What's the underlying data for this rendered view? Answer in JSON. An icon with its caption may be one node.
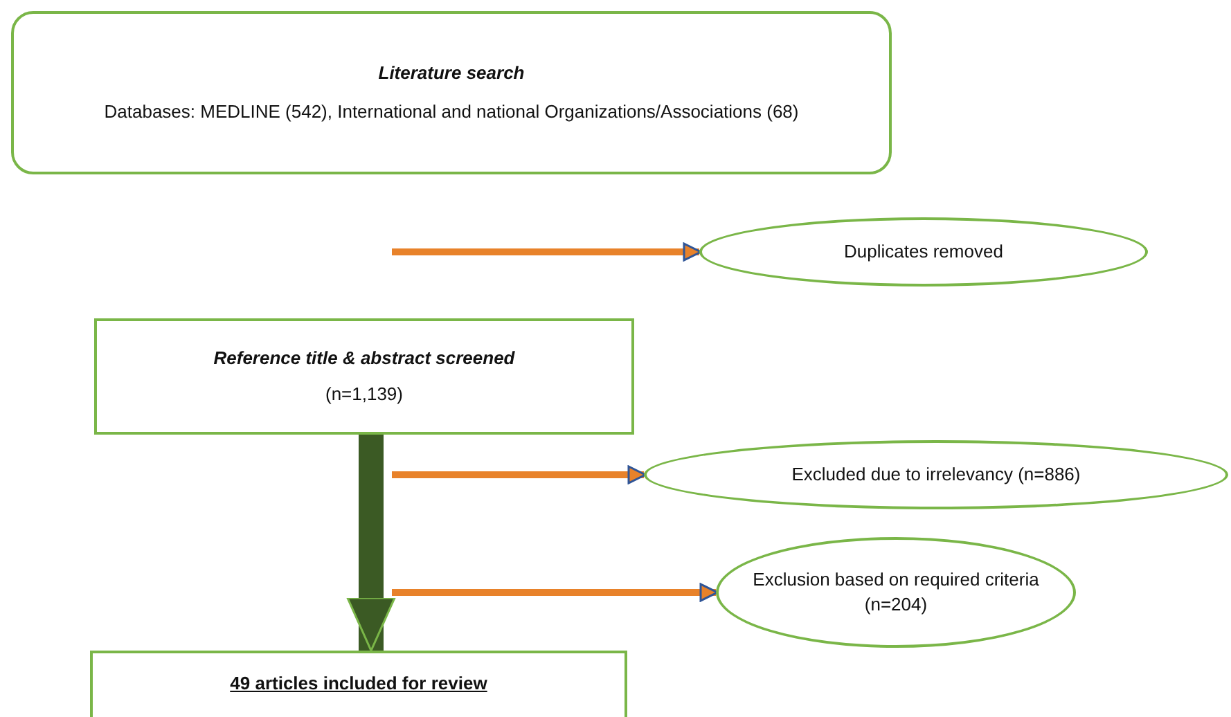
{
  "diagram": {
    "nodes": [
      {
        "text": [
          "Literature search",
          "Databases: MEDLINE (542), International and national Organizations/Associations (68)"
        ]
      },
      {
        "text": [
          "Duplicates removed"
        ]
      },
      {
        "text": [
          "Reference title & abstract screened",
          "(n=1,139)"
        ]
      },
      {
        "text": [
          "Excluded due to irrelevancy (n=886)"
        ]
      },
      {
        "text": [
          "Exclusion based on required criteria (n=204)"
        ]
      },
      {
        "text": [
          "49 articles included for review"
        ]
      }
    ],
    "edges": [
      {
        "from": null,
        "to": 1,
        "arrow": "to"
      },
      {
        "from": null,
        "to": 3,
        "arrow": "to"
      },
      {
        "from": null,
        "to": 4,
        "arrow": "to"
      },
      {
        "from": 2,
        "to": 5,
        "arrow": "to",
        "style": "thick",
        "color": "#3b5a24"
      }
    ]
  }
}
